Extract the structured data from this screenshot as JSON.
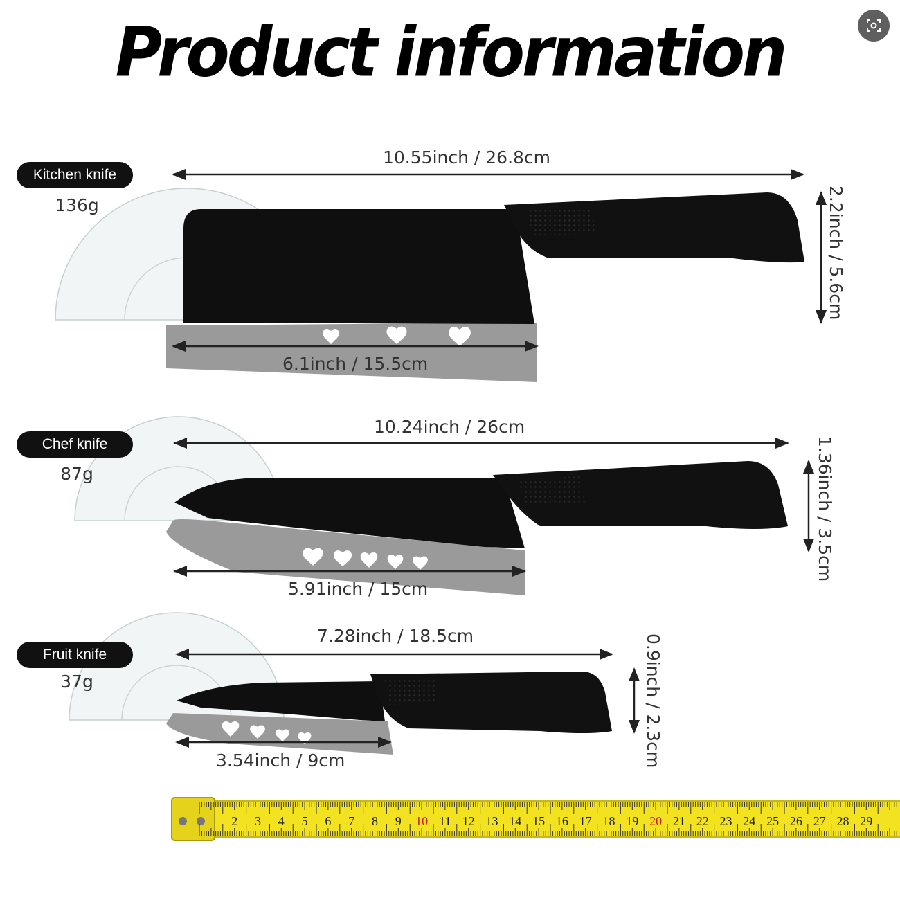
{
  "title": "Product information",
  "lens_icon": "visual-search-icon",
  "knives": [
    {
      "name": "Kitchen knife",
      "weight": "136g",
      "total_length": "10.55inch / 26.8cm",
      "blade_length": "6.1inch / 15.5cm",
      "blade_width": "2.2inch / 5.6cm"
    },
    {
      "name": "Chef knife",
      "weight": "87g",
      "total_length": "10.24inch / 26cm",
      "blade_length": "5.91inch / 15cm",
      "blade_width": "1.36inch / 3.5cm"
    },
    {
      "name": "Fruit knife",
      "weight": "37g",
      "total_length": "7.28inch / 18.5cm",
      "blade_length": "3.54inch / 9cm",
      "blade_width": "0.9inch / 2.3cm"
    }
  ],
  "tape_numbers": [
    "2",
    "3",
    "4",
    "5",
    "6",
    "7",
    "8",
    "9",
    "10",
    "11",
    "12",
    "13",
    "14",
    "15",
    "16",
    "17",
    "18",
    "19",
    "20",
    "21",
    "22",
    "23",
    "24",
    "25",
    "26",
    "27",
    "28",
    "29"
  ],
  "colors": {
    "tape": "#f2e21f",
    "knife": "#0f0f0f",
    "sheath": "#9a9a9a"
  }
}
